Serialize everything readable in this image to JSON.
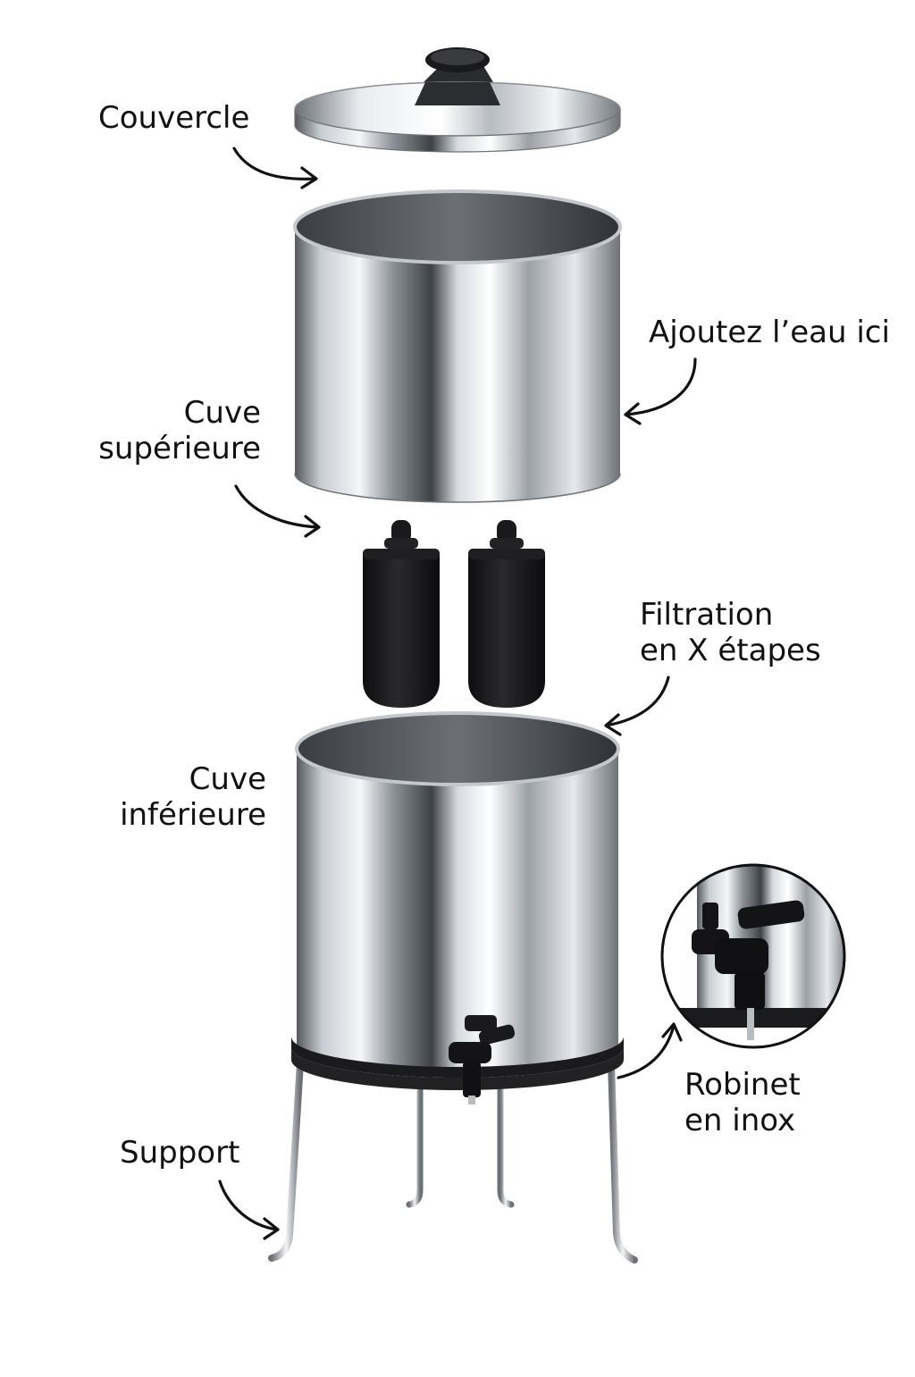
{
  "labels": {
    "lid": "Couvercle",
    "add_water": "Ajoutez l’eau ici",
    "upper_tank_line1": "Cuve",
    "upper_tank_line2": "supérieure",
    "filtration_line1": "Filtration",
    "filtration_line2": "en X étapes",
    "lower_tank_line1": "Cuve",
    "lower_tank_line2": "inférieure",
    "faucet_line1": "Robinet",
    "faucet_line2": "en inox",
    "stand": "Support"
  },
  "colors": {
    "steel_dark": "#5a5e63",
    "steel_light": "#f4f6f8",
    "filter_black": "#1c1c1e",
    "text": "#111111"
  }
}
